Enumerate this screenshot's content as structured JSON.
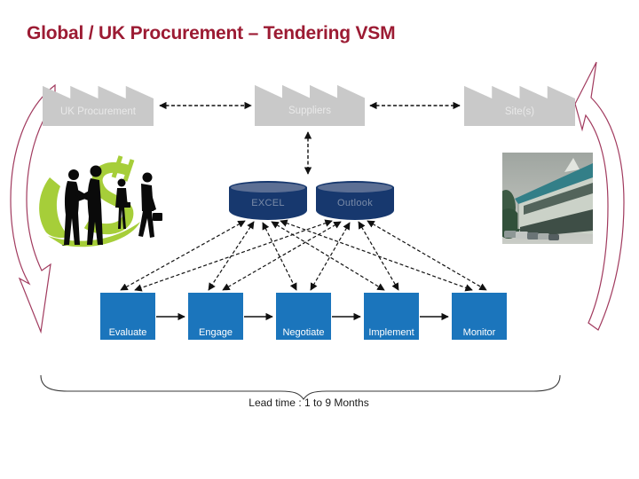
{
  "slide": {
    "title": "Global / UK Procurement – Tendering VSM"
  },
  "entities": [
    {
      "label": "UK Procurement"
    },
    {
      "label": "Suppliers"
    },
    {
      "label": "Site(s)"
    }
  ],
  "systems": [
    {
      "label": "EXCEL"
    },
    {
      "label": "Outlook"
    }
  ],
  "process_steps": [
    {
      "label": "Evaluate"
    },
    {
      "label": "Engage"
    },
    {
      "label": "Negotiate"
    },
    {
      "label": "Implement"
    },
    {
      "label": "Monitor"
    }
  ],
  "annotations": {
    "lead_time": "Lead time : 1 to 9 Months"
  },
  "icons": {
    "clipart": "business-handshake-dollar-clipart",
    "photo": "office-building-photo",
    "left_arrow": "curved-cycle-arrow-left",
    "right_arrow": "curved-cycle-arrow-right"
  },
  "colors": {
    "title": "#9C1B33",
    "entity_fill": "#C9C9C9",
    "entity_text": "#E9E9E9",
    "cylinder_body": "#17386E",
    "cylinder_top": "#5C6F94",
    "cylinder_text": "#7A8BA8",
    "process_fill": "#1B75BC",
    "process_text": "#FFFFFF",
    "arrow": "#111111",
    "accent_curve": "#A13A5E",
    "clipart_green": "#A6CE39"
  }
}
